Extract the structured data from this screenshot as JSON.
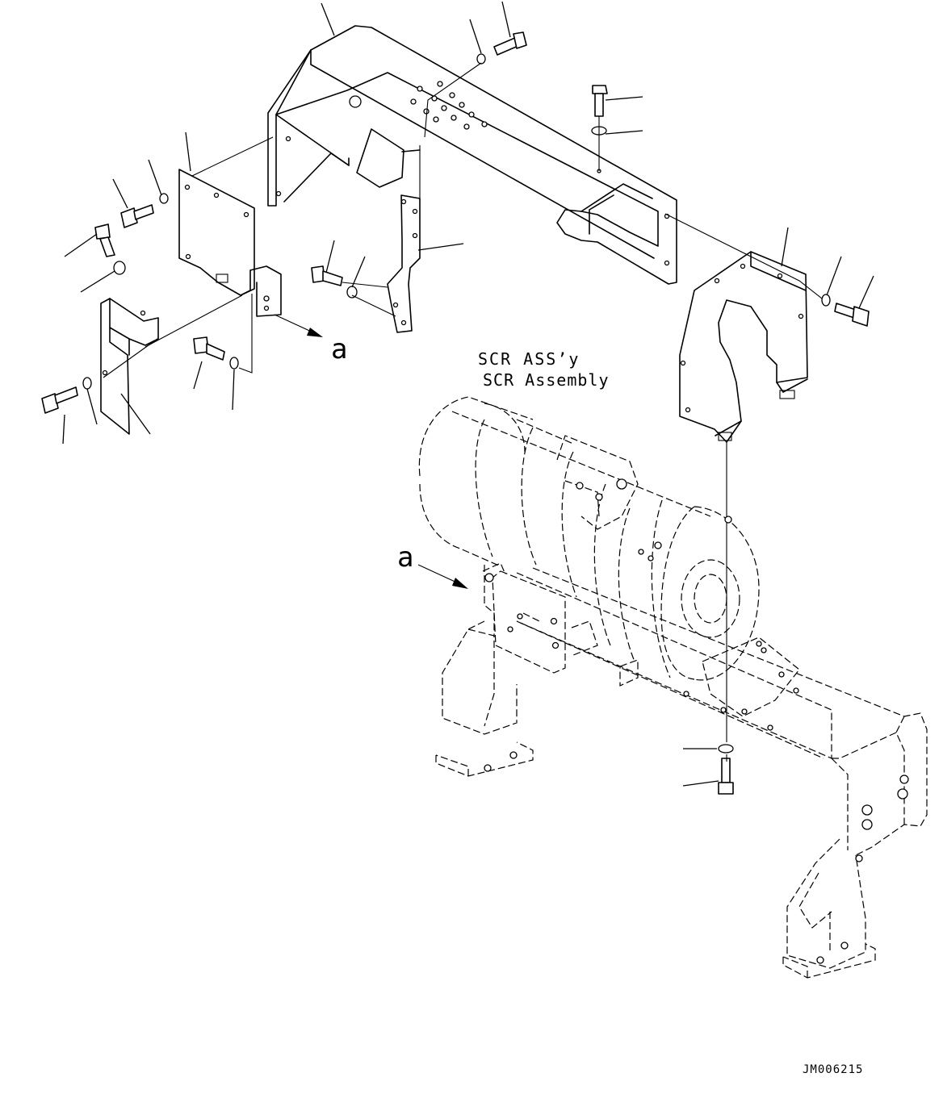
{
  "labels": {
    "view_marker_a": "a",
    "view_marker_a_2": "a",
    "scr_line1": "SCR ASS’y",
    "scr_line2": "SCR Assembly",
    "drawing_number": "JM006215"
  }
}
